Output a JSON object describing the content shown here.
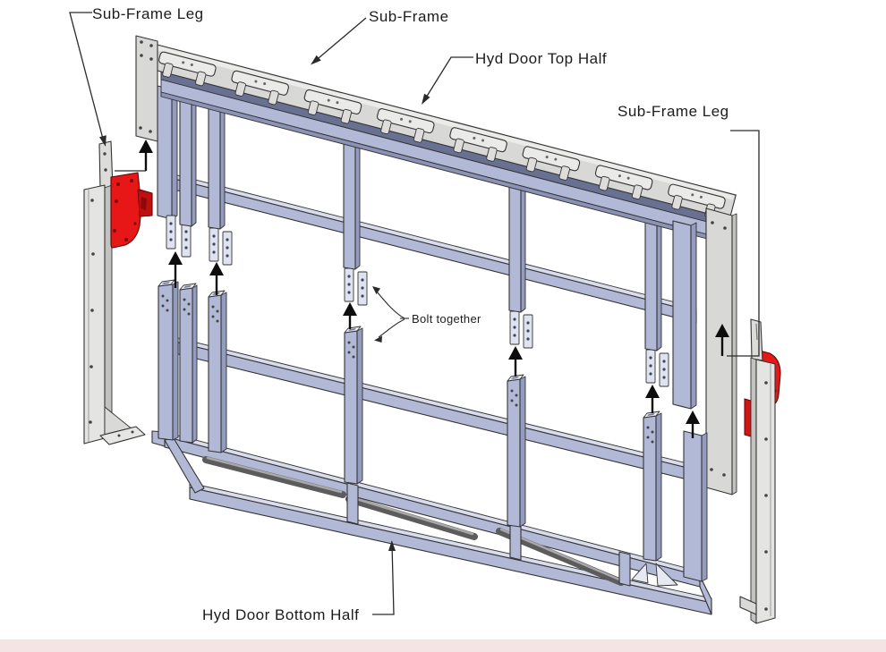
{
  "labels": {
    "sub_frame_leg_left": "Sub-Frame Leg",
    "sub_frame": "Sub-Frame",
    "hyd_door_top_half": "Hyd Door Top Half",
    "sub_frame_leg_right": "Sub-Frame Leg",
    "bolt_together": "Bolt together",
    "hyd_door_bottom_half": "Hyd Door Bottom Half"
  },
  "colors": {
    "frame_lavender": "#b2b9d6",
    "frame_lavender_shade": "#939cbe",
    "frame_lavender_light": "#d9dcec",
    "steel_gray": "#d8d8d6",
    "steel_gray_light": "#ebebe9",
    "hinge_red": "#e81717",
    "hinge_red_shade": "#bf0f0f",
    "annotation_black": "#1c1c1c",
    "footer_band_pink": "#f4e4e4"
  }
}
